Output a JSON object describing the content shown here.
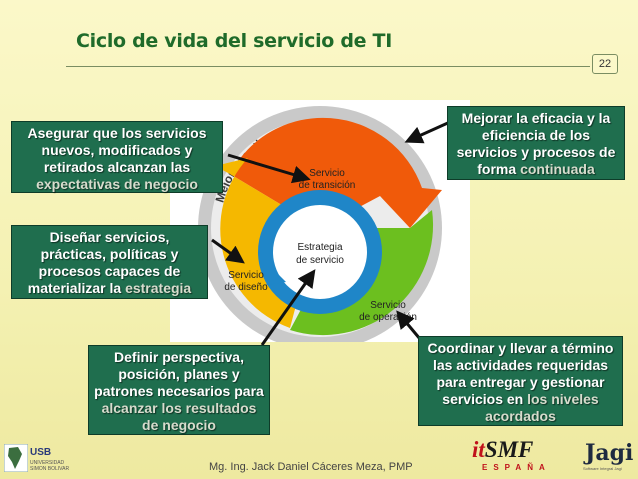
{
  "slide": {
    "title": "Ciclo de vida del servicio de TI",
    "page_number": "22"
  },
  "diagram": {
    "outer_ring_label": "Mejora continua del servicio",
    "center_label_line1": "Estrategia",
    "center_label_line2": "de servicio",
    "transition_label_line1": "Servicio",
    "transition_label_line2": "de transición",
    "design_label_line1": "Servicio",
    "design_label_line2": "de diseño",
    "operation_label_line1": "Servicio",
    "operation_label_line2": "de operación"
  },
  "callouts": {
    "transition": {
      "main": "Asegurar que los servicios nuevos, modificados y retirados alcanzan las",
      "overflow": "expectativas de negocio"
    },
    "design": {
      "main": "Diseñar servicios, prácticas, políticas y procesos capaces de materializar la",
      "overflow": "estrategia"
    },
    "improvement": {
      "main": "Mejorar la eficacia y la eficiencia de los servicios y procesos de forma",
      "overflow": "continuada"
    },
    "strategy": {
      "main": "Definir perspectiva, posición, planes y patrones necesarios para",
      "overflow": "alcanzar los resultados de negocio"
    },
    "operation": {
      "main": "Coordinar y llevar a término las actividades requeridas para entregar y gestionar servicios en",
      "overflow": "los niveles acordados"
    }
  },
  "footer": {
    "author": "Mg. Ing. Jack Daniel Cáceres Meza, PMP",
    "usb_logo_text": "USB",
    "usb_logo_sub": "UNIVERSIDAD SIMON BOLIVAR",
    "itsmf_logo_it": "it",
    "itsmf_logo_smf": "SMF",
    "itsmf_logo_country": "ESPAÑA",
    "jagi_logo_text": "Jagi",
    "jagi_logo_sub": "Software Integral Jagi"
  },
  "colors": {
    "title": "#1f6b2a",
    "callout_bg": "#1f6e4e",
    "ring_outer": "#bdbdbd",
    "transition": "#f05a0a",
    "design": "#f5b800",
    "operation": "#6cbf1f",
    "center_ring": "#1f86c8"
  }
}
